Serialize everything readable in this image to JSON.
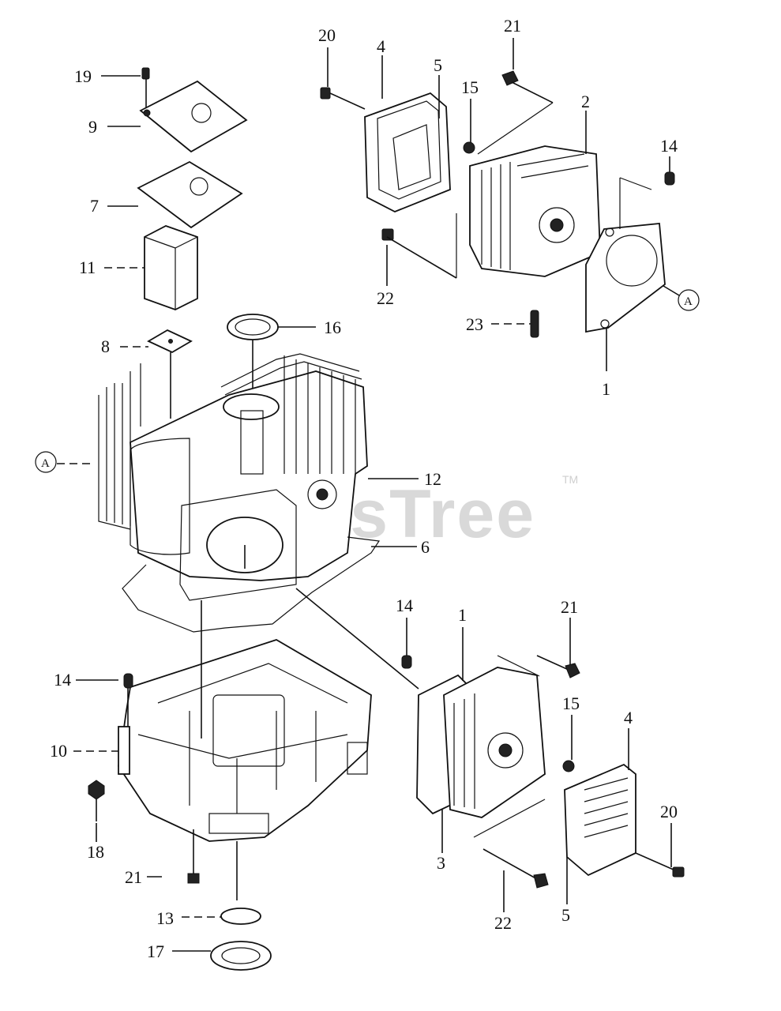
{
  "watermark": {
    "text": "PartsTree",
    "tm": "TM"
  },
  "ref_marker": "A",
  "callouts": {
    "c19": "19",
    "c9": "9",
    "c7": "7",
    "c11": "11",
    "c8": "8",
    "c16": "16",
    "c20a": "20",
    "c4a": "4",
    "c5a": "5",
    "c21a": "21",
    "c15a": "15",
    "c2": "2",
    "c14a": "14",
    "c22a": "22",
    "c23": "23",
    "c1a": "1",
    "c12": "12",
    "c6": "6",
    "c14b": "14",
    "c1b": "1",
    "c21b": "21",
    "c15b": "15",
    "c4b": "4",
    "c20b": "20",
    "c3": "3",
    "c22b": "22",
    "c5b": "5",
    "c14c": "14",
    "c10": "10",
    "c18": "18",
    "c21c": "21",
    "c13": "13",
    "c17": "17"
  }
}
